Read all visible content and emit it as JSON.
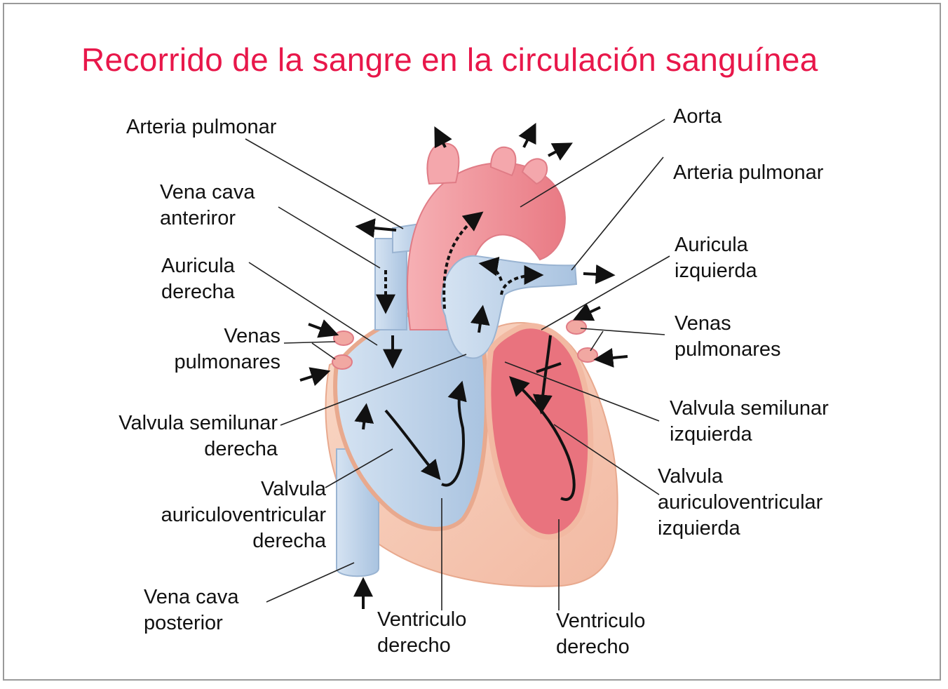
{
  "title": "Recorrido de la sangre en la circulación sanguínea",
  "labels": {
    "arteria_pulmonar_left": "Arteria pulmonar",
    "vena_cava_anterior": [
      "Vena cava",
      "anteriror"
    ],
    "auricula_derecha": [
      "Auricula",
      "derecha"
    ],
    "venas_pulmonares_left": [
      "Venas",
      "pulmonares"
    ],
    "valvula_semilunar_derecha": [
      "Valvula semilunar",
      "derecha"
    ],
    "valvula_av_derecha": [
      "Valvula",
      "auriculoventricular",
      "derecha"
    ],
    "vena_cava_posterior": [
      "Vena cava",
      "posterior"
    ],
    "ventriculo_bottom_left": [
      "Ventriculo",
      "derecho"
    ],
    "ventriculo_bottom_right": [
      "Ventriculo",
      "derecho"
    ],
    "aorta": "Aorta",
    "arteria_pulmonar_right": "Arteria pulmonar",
    "auricula_izquierda": [
      "Auricula",
      "izquierda"
    ],
    "venas_pulmonares_right": [
      "Venas",
      "pulmonares"
    ],
    "valvula_semilunar_izquierda": [
      "Valvula semilunar",
      "izquierda"
    ],
    "valvula_av_izquierda": [
      "Valvula",
      "auriculoventricular",
      "izquierda"
    ]
  },
  "colors": {
    "title": "#e8174a",
    "oxygenated_blood": "#ee8f96",
    "deoxygenated_blood": "#c8daee",
    "heart_muscle": "#f6c9b4",
    "leader_line": "#222222"
  },
  "icons": [
    "blood-flow-arrow",
    "dotted-flow-arrow",
    "heart-illustration"
  ]
}
